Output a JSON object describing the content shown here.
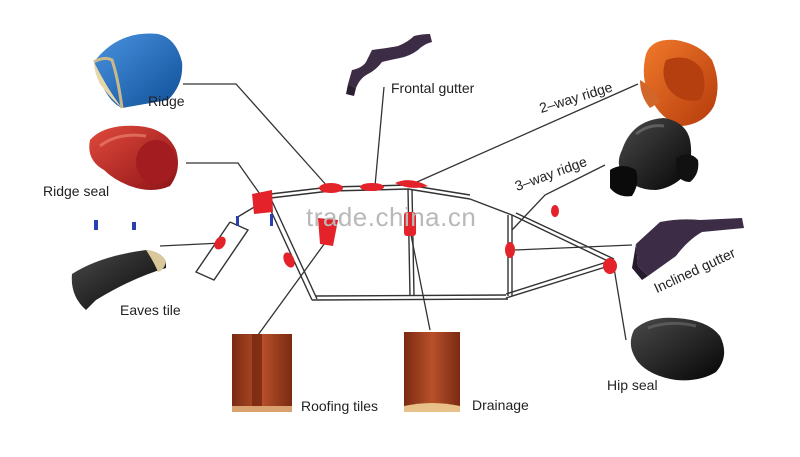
{
  "labels": {
    "ridge": "Ridge",
    "frontal_gutter": "Frontal gutter",
    "two_way_ridge": "2–way ridge",
    "ridge_seal": "Ridge seal",
    "three_way_ridge": "3–way ridge",
    "inclined_gutter": "Inclined gutter",
    "eaves_tile": "Eaves tile",
    "hip_seal": "Hip seal",
    "roofing_tiles": "Roofing tiles",
    "drainage": "Drainage"
  },
  "watermark": "trade.china.cn",
  "colors": {
    "blue_tile": "#1f6fc4",
    "red_tile": "#c0262b",
    "orange_tile": "#e0551a",
    "black_tile": "#1a1a1a",
    "purple_gutter": "#3d2c45",
    "brown_tile": "#9a3a1c",
    "marker_red": "#e3222a",
    "line": "#333333"
  }
}
